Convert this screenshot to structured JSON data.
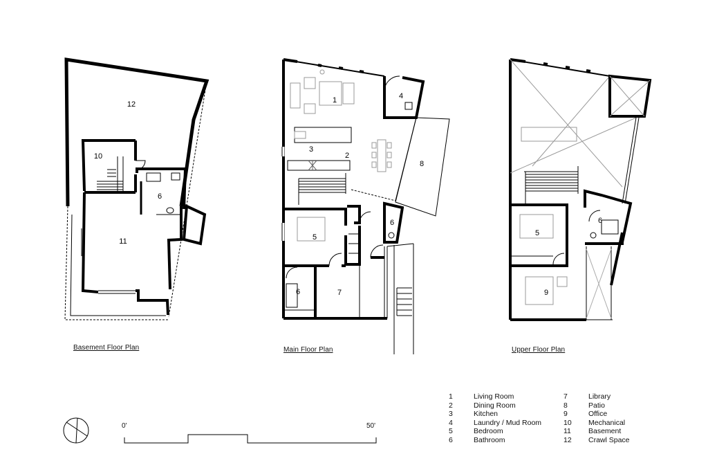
{
  "plans": {
    "basement": {
      "caption": "Basement Floor Plan",
      "rooms": {
        "r12": "12",
        "r10": "10",
        "r6": "6",
        "r11": "11"
      }
    },
    "main": {
      "caption": "Main Floor Plan",
      "rooms": {
        "r1": "1",
        "r4": "4",
        "r3": "3",
        "r2": "2",
        "r8": "8",
        "r5": "5",
        "r6a": "6",
        "r6b": "6",
        "r7": "7"
      }
    },
    "upper": {
      "caption": "Upper Floor Plan",
      "rooms": {
        "r5": "5",
        "r6": "6",
        "r9": "9"
      }
    }
  },
  "legend": {
    "left": [
      {
        "num": "1",
        "label": "Living Room"
      },
      {
        "num": "2",
        "label": "Dining Room"
      },
      {
        "num": "3",
        "label": "Kitchen"
      },
      {
        "num": "4",
        "label": "Laundry / Mud Room"
      },
      {
        "num": "5",
        "label": "Bedroom"
      },
      {
        "num": "6",
        "label": "Bathroom"
      }
    ],
    "right": [
      {
        "num": "7",
        "label": "Library"
      },
      {
        "num": "8",
        "label": "Patio"
      },
      {
        "num": "9",
        "label": "Office"
      },
      {
        "num": "10",
        "label": "Mechanical"
      },
      {
        "num": "11",
        "label": "Basement"
      },
      {
        "num": "12",
        "label": "Crawl Space"
      }
    ]
  },
  "scale": {
    "start": "0'",
    "end": "50'"
  },
  "icons": {
    "north": "north-arrow-icon"
  }
}
